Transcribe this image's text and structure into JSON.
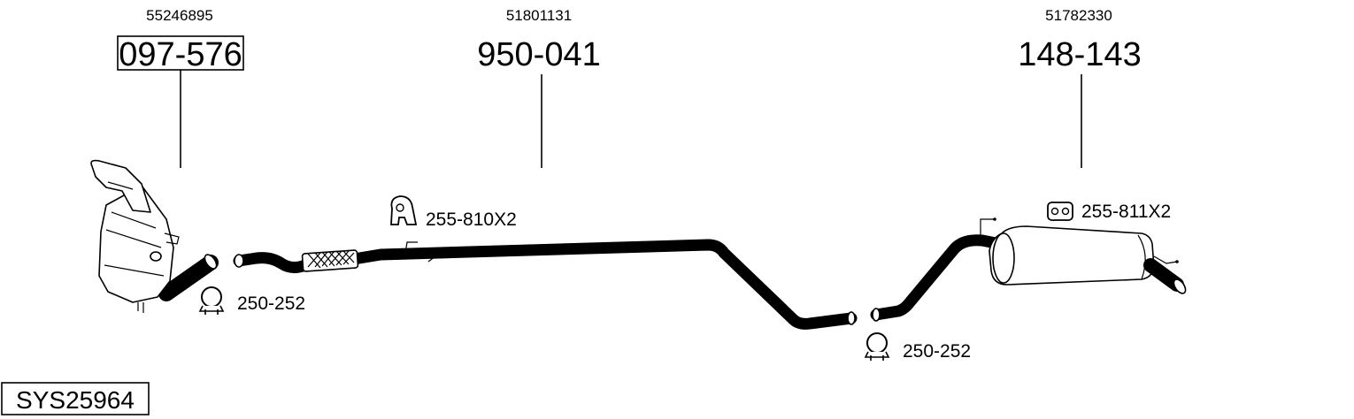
{
  "system_code": "SYS25964",
  "parts": [
    {
      "oe_number": "55246895",
      "part_number": "097-576",
      "boxed": true
    },
    {
      "oe_number": "51801131",
      "part_number": "950-041",
      "boxed": false
    },
    {
      "oe_number": "51782330",
      "part_number": "148-143",
      "boxed": false
    }
  ],
  "accessories": [
    {
      "label": "250-252",
      "icon": "clamp-icon"
    },
    {
      "label": "255-810X2",
      "icon": "rubber-hanger-icon"
    },
    {
      "label": "250-252",
      "icon": "clamp-icon"
    },
    {
      "label": "255-811X2",
      "icon": "rubber-mount-icon"
    }
  ]
}
